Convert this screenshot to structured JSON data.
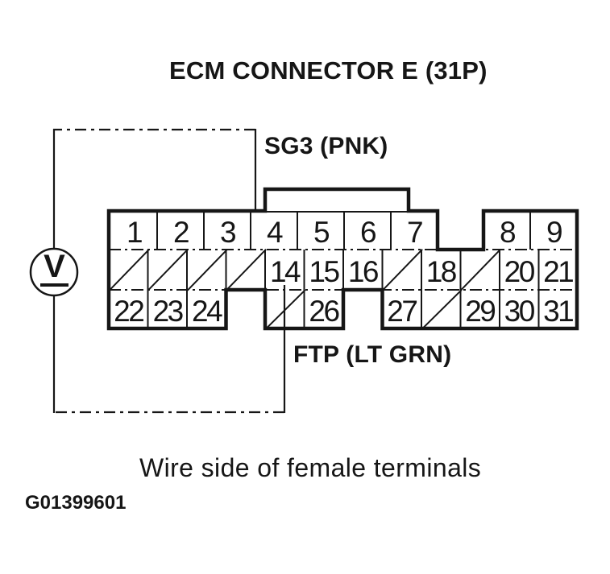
{
  "title": "ECM CONNECTOR E (31P)",
  "labels": {
    "sg3": "SG3 (PNK)",
    "ftp": "FTP (LT GRN)"
  },
  "caption": "Wire side of female terminals",
  "figure_id": "G01399601",
  "meter": {
    "symbol": "V"
  },
  "connector": {
    "row1_left": [
      "1",
      "2",
      "3",
      "4",
      "5",
      "6",
      "7"
    ],
    "row1_right": [
      "8",
      "9"
    ],
    "row2": [
      "/",
      "/",
      "/",
      "/",
      "14",
      "15",
      "16",
      "/",
      "18",
      "/",
      "20",
      "21"
    ],
    "row3": [
      "22",
      "23",
      "24",
      "",
      "/",
      "26",
      "",
      "27",
      "/",
      "29",
      "30",
      "31"
    ]
  },
  "colors": {
    "ink": "#161616",
    "background": "#ffffff"
  }
}
